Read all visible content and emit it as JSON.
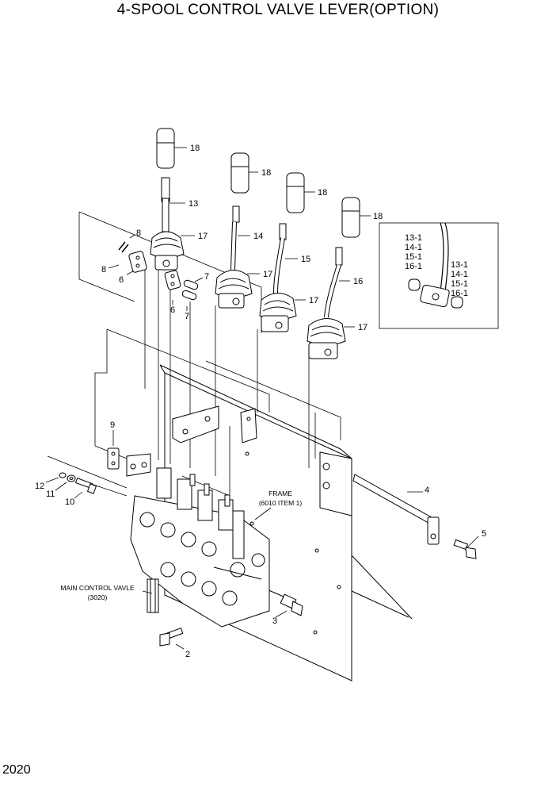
{
  "title": "4-SPOOL CONTROL VALVE LEVER(OPTION)",
  "page_number": "2020",
  "callouts": {
    "knob_1": "18",
    "knob_2": "18",
    "knob_3": "18",
    "knob_4": "18",
    "lever_1": "13",
    "lever_2": "14",
    "lever_3": "15",
    "lever_4": "16",
    "boot_1": "17",
    "boot_2": "17",
    "boot_3": "17",
    "boot_4": "17",
    "pin_top": "8",
    "pin_left": "8",
    "plate_1": "6",
    "plate_2": "6",
    "pin_7a": "7",
    "pin_7b": "7",
    "bracket": "9",
    "washer_12": "12",
    "washer_11": "11",
    "bolt_10": "10",
    "bolt_2": "2",
    "fitting_3": "3",
    "rod_4": "4",
    "bolt_5": "5",
    "detail_a_13": "13-1",
    "detail_a_14": "14-1",
    "detail_a_15": "15-1",
    "detail_a_16": "16-1",
    "detail_b_13": "13-1",
    "detail_b_14": "14-1",
    "detail_b_15": "15-1",
    "detail_b_16": "16-1"
  },
  "notes": {
    "frame_line1": "FRAME",
    "frame_line2": "(6010 ITEM 1)",
    "mcv_line1": "MAIN CONTROL VAVLE",
    "mcv_line2": "(3020)"
  }
}
